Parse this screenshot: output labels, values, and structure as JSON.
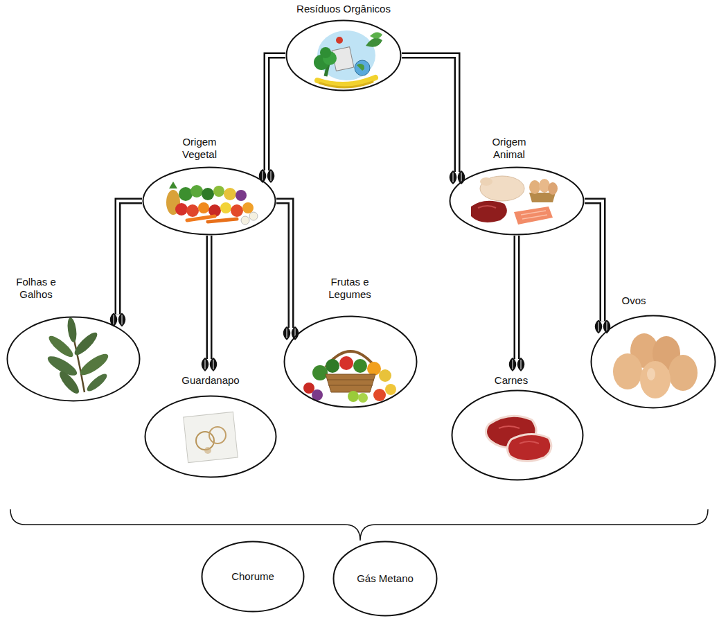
{
  "diagram": {
    "nodes": [
      {
        "text": [
          "Resíduos Orgânicos"
        ]
      },
      {
        "text": [
          "Origem Vegetal"
        ]
      },
      {
        "text": [
          "Origem Animal"
        ]
      },
      {
        "text": [
          "Folhas e Galhos"
        ]
      },
      {
        "text": [
          "Guardanapo"
        ]
      },
      {
        "text": [
          "Frutas e Legumes"
        ]
      },
      {
        "text": [
          "Carnes"
        ]
      },
      {
        "text": [
          "Ovos"
        ]
      },
      {
        "text": [
          "Chorume"
        ]
      },
      {
        "text": [
          "Gás Metano"
        ]
      }
    ],
    "edges": [
      {
        "from": 0,
        "to": 1,
        "arrow": "to"
      },
      {
        "from": 0,
        "to": 2,
        "arrow": "to"
      },
      {
        "from": 1,
        "to": 3,
        "arrow": "to"
      },
      {
        "from": 1,
        "to": 4,
        "arrow": "to"
      },
      {
        "from": 1,
        "to": 5,
        "arrow": "to"
      },
      {
        "from": 2,
        "to": 6,
        "arrow": "to"
      },
      {
        "from": 2,
        "to": 7,
        "arrow": "to"
      }
    ]
  }
}
